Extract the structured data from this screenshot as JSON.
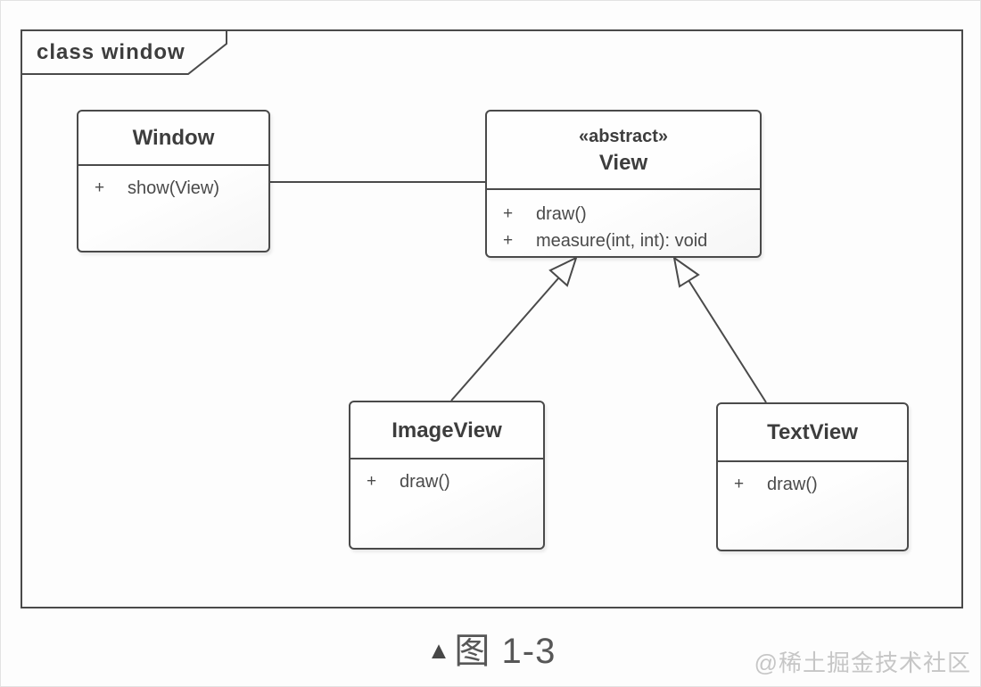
{
  "frame": {
    "label": "class window"
  },
  "classes": {
    "window": {
      "name": "Window",
      "members": [
        {
          "vis": "+",
          "sig": "show(View)"
        }
      ]
    },
    "view": {
      "stereotype": "«abstract»",
      "name": "View",
      "members": [
        {
          "vis": "+",
          "sig": "draw()"
        },
        {
          "vis": "+",
          "sig": "measure(int, int): void"
        }
      ]
    },
    "imageview": {
      "name": "ImageView",
      "members": [
        {
          "vis": "+",
          "sig": "draw()"
        }
      ]
    },
    "textview": {
      "name": "TextView",
      "members": [
        {
          "vis": "+",
          "sig": "draw()"
        }
      ]
    }
  },
  "relationships": [
    {
      "type": "association",
      "from": "Window",
      "to": "View"
    },
    {
      "type": "generalization",
      "from": "ImageView",
      "to": "View"
    },
    {
      "type": "generalization",
      "from": "TextView",
      "to": "View"
    }
  ],
  "caption": {
    "marker": "▲",
    "text": "图 1-3"
  },
  "watermark": "@稀土掘金技术社区",
  "colors": {
    "line": "#4a4a4a",
    "title_text": "#3d3d3d",
    "member_text": "#4a4a4a",
    "box_fill": "#fdfdfd",
    "caption": "#575757",
    "watermark": "#c6c6c6"
  }
}
